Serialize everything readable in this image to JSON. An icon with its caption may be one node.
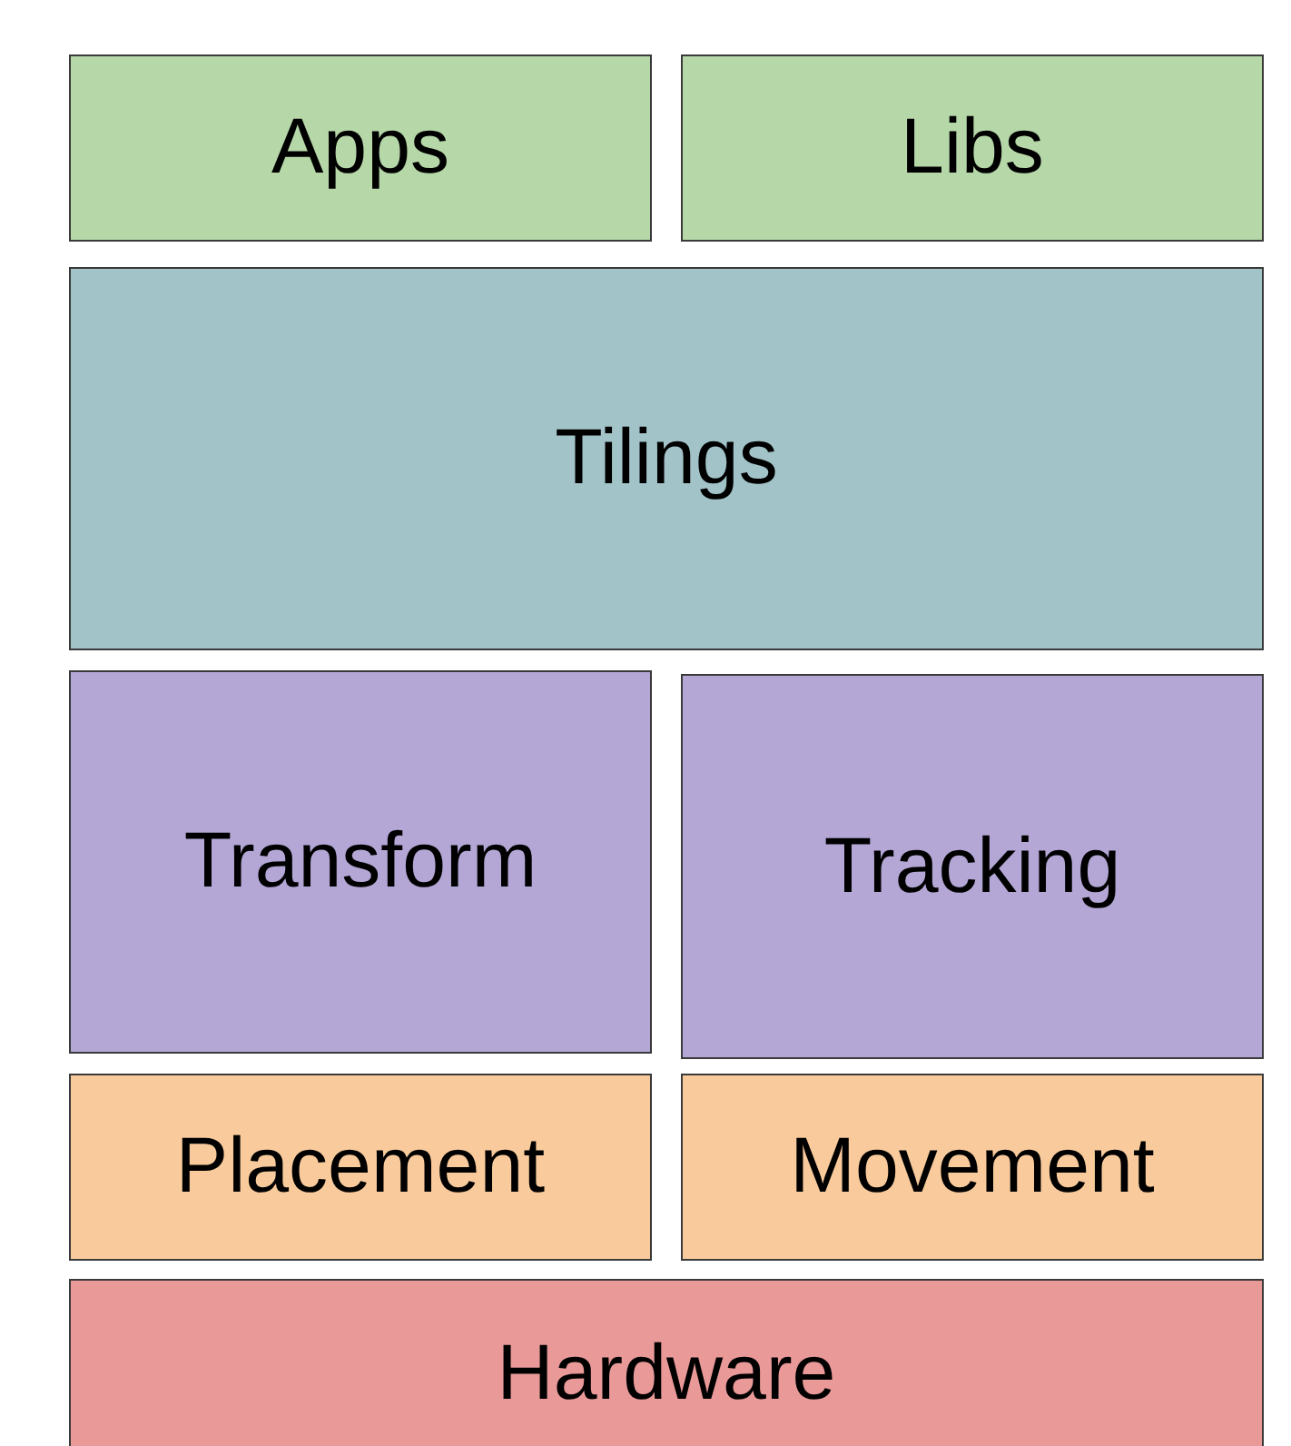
{
  "diagram": {
    "nodes": [
      {
        "text": [
          "Apps"
        ]
      },
      {
        "text": [
          "Libs"
        ]
      },
      {
        "text": [
          "Tilings"
        ]
      },
      {
        "text": [
          "Transform"
        ]
      },
      {
        "text": [
          "Tracking"
        ]
      },
      {
        "text": [
          "Placement"
        ]
      },
      {
        "text": [
          "Movement"
        ]
      },
      {
        "text": [
          "Hardware"
        ]
      }
    ]
  }
}
